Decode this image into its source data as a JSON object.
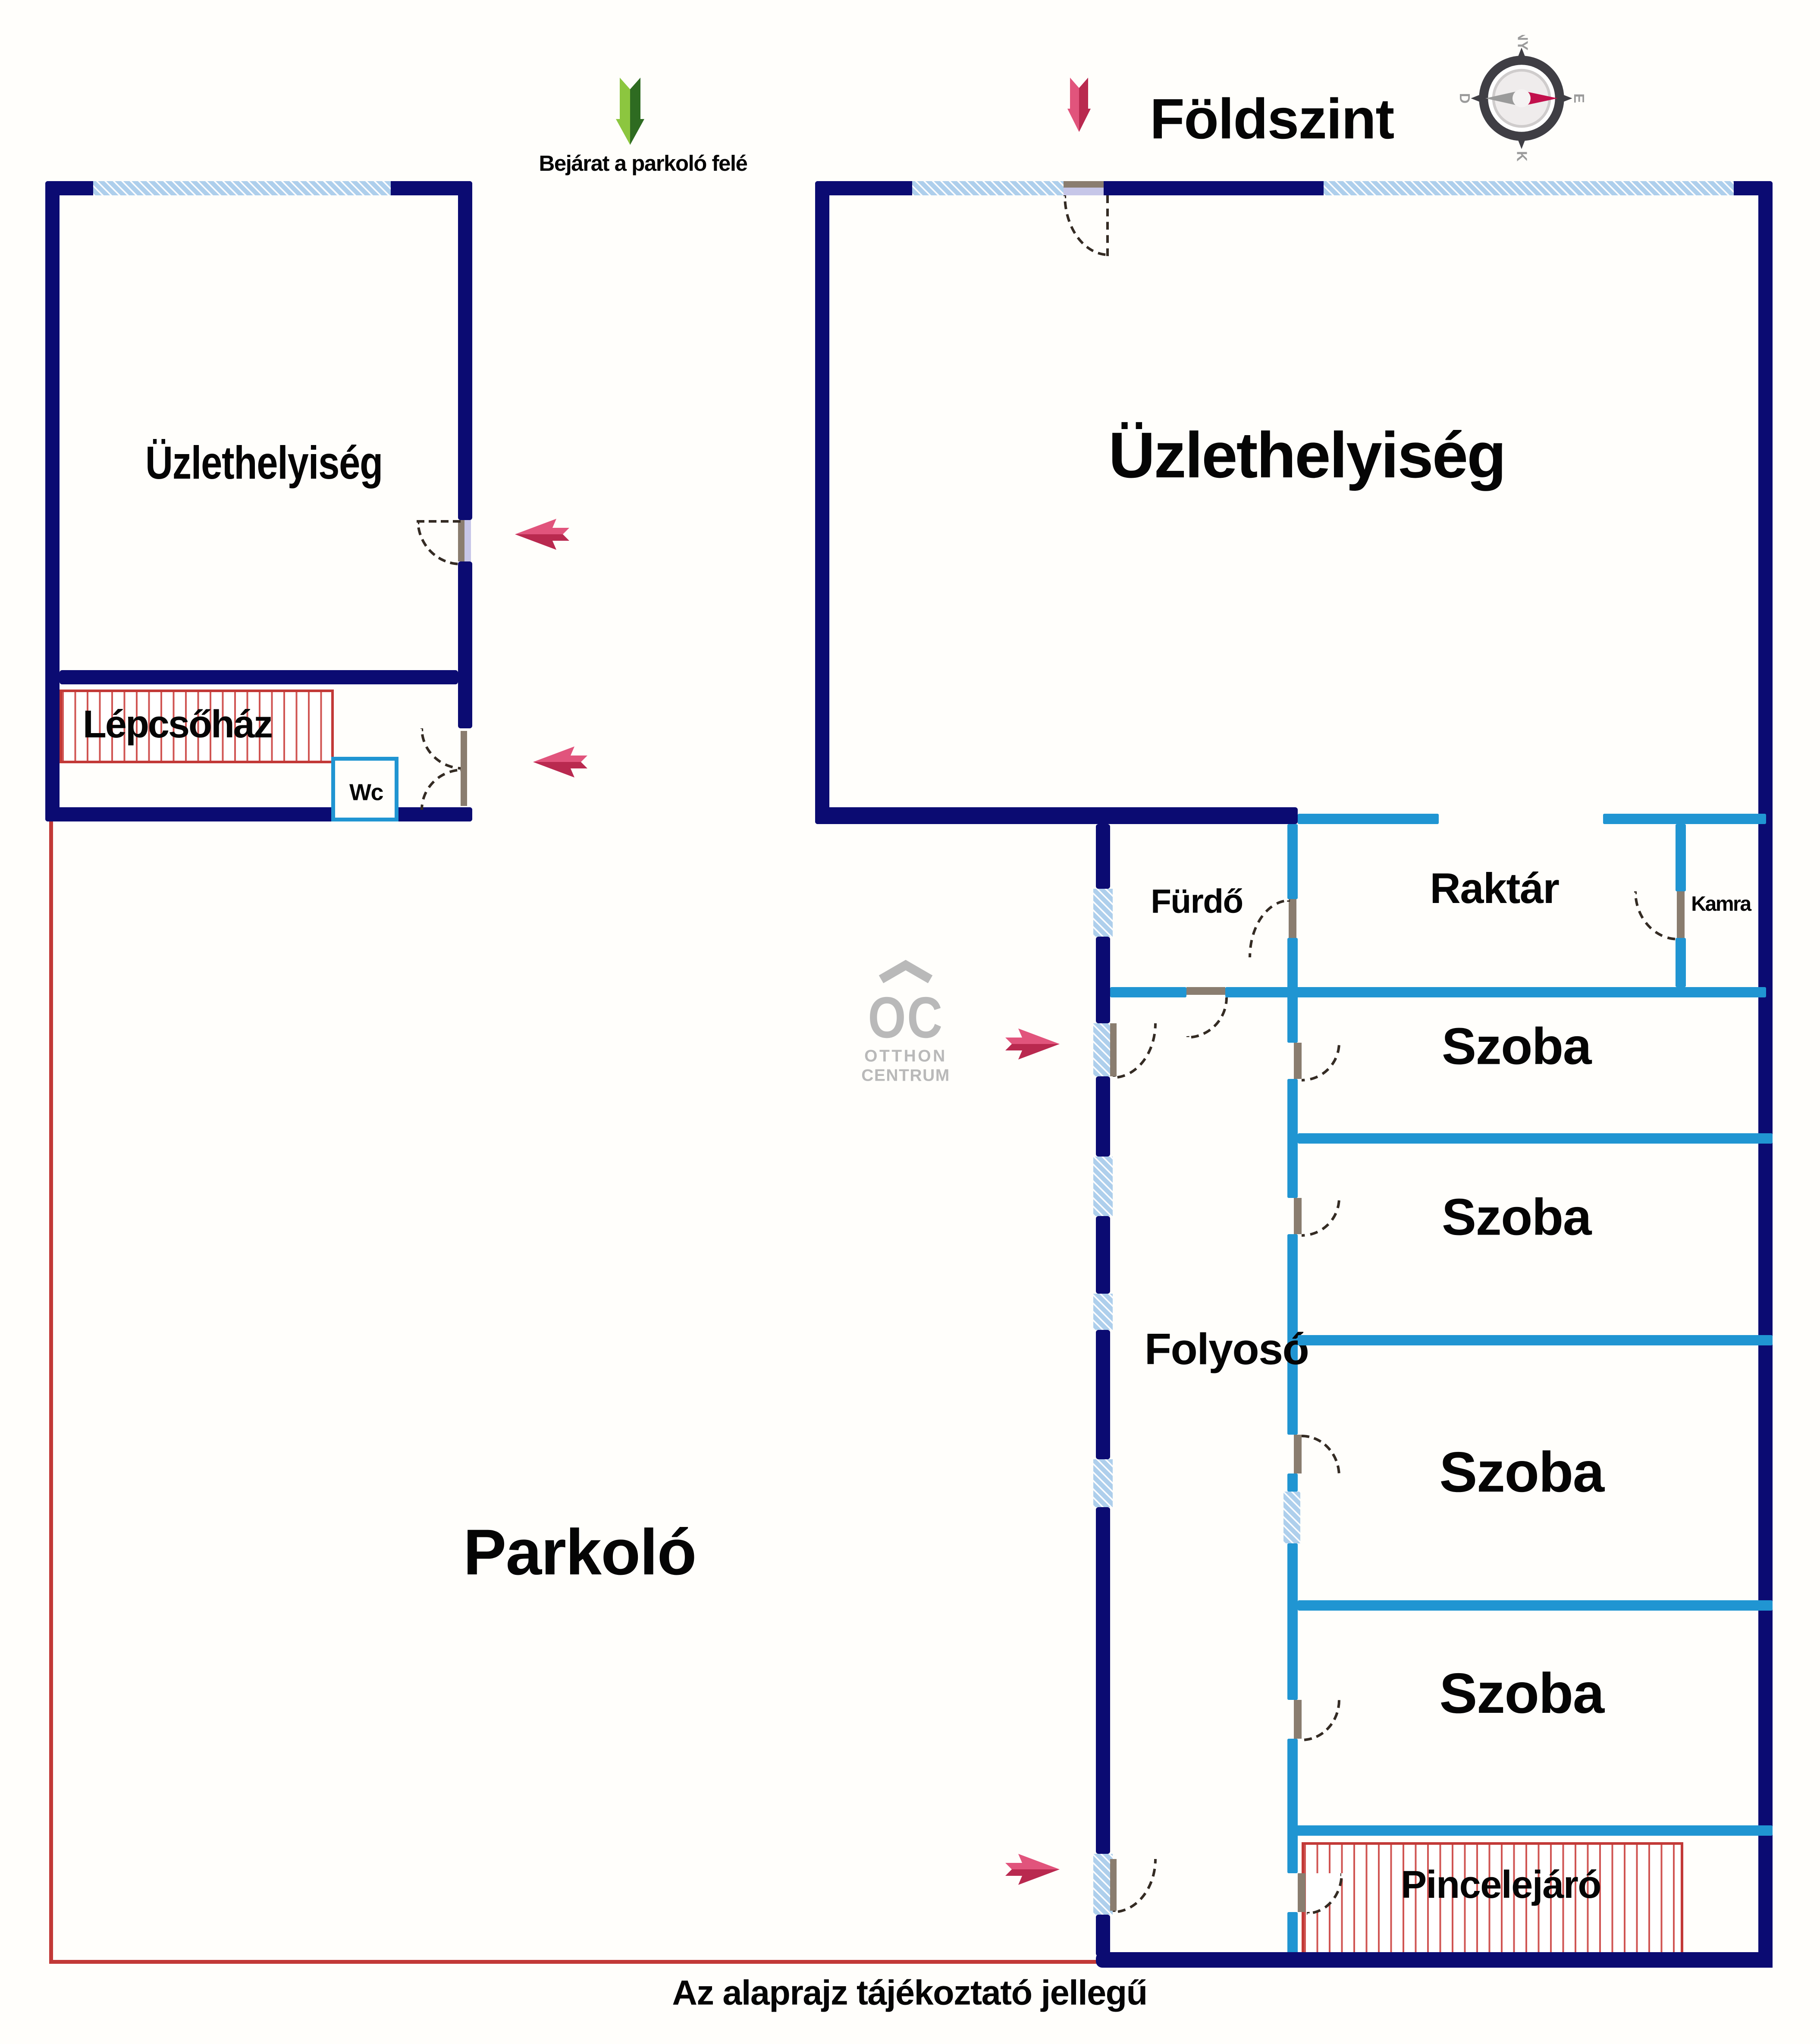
{
  "title": "Földszint",
  "entrance_note": "Bejárat a parkoló felé",
  "disclaimer": "Az alaprajz tájékoztató jellegű",
  "rooms": {
    "left_shop": "Üzlethelyiség",
    "staircase": "Lépcsőház",
    "wc": "Wc",
    "main_shop": "Üzlethelyiség",
    "bathroom": "Fürdő",
    "storage": "Raktár",
    "pantry": "Kamra",
    "room": "Szoba",
    "corridor": "Folyosó",
    "parking": "Parkoló",
    "basement_stairs": "Pincelejáró"
  },
  "compass": {
    "top": "NY",
    "right": "É",
    "bottom": "K",
    "left": "D"
  },
  "watermark": {
    "initials": "OC",
    "line1": "OTTHON",
    "line2": "CENTRUM"
  },
  "colors": {
    "outer_wall": "#0b0b72",
    "partition_wall": "#2095d2",
    "window_fill": "#aecfec",
    "stair_hatch": "#c23937",
    "parking_outline": "#c23937",
    "arrow_pink": "#cf3060",
    "arrow_green": "#6aa832",
    "watermark_gray": "#b9b9b9"
  }
}
